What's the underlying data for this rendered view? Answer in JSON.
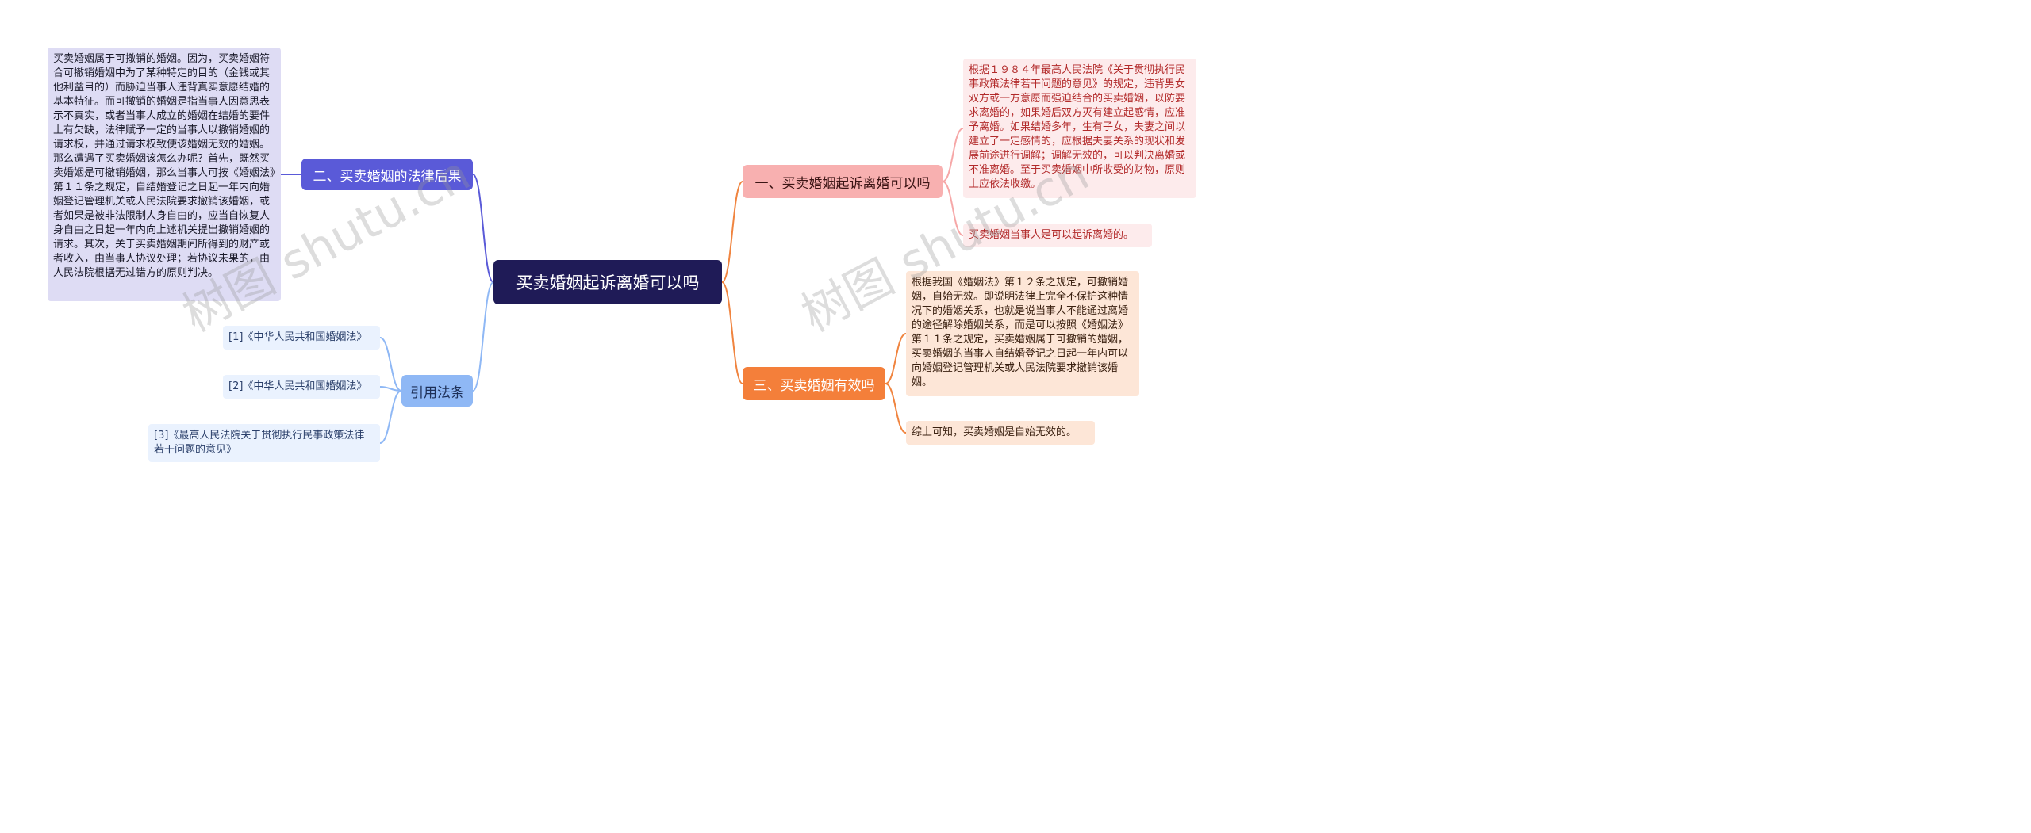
{
  "root": {
    "title": "买卖婚姻起诉离婚可以吗"
  },
  "left": [
    {
      "label": "二、买卖婚姻的法律后果",
      "leaves": [
        "买卖婚姻属于可撤销的婚姻。因为，买卖婚姻符合可撤销婚姻中为了某种特定的目的（金钱或其他利益目的）而胁迫当事人违背真实意愿结婚的基本特征。而可撤销的婚姻是指当事人因意思表示不真实，或者当事人成立的婚姻在结婚的要件上有欠缺，法律赋予一定的当事人以撤销婚姻的请求权，并通过请求权致使该婚姻无效的婚姻。那么遭遇了买卖婚姻该怎么办呢？首先，既然买卖婚姻是可撤销婚姻，那么当事人可按《婚姻法》第１１条之规定，自结婚登记之日起一年内向婚姻登记管理机关或人民法院要求撤销该婚姻，或者如果是被非法限制人身自由的，应当自恢复人身自由之日起一年内向上述机关提出撤销婚姻的请求。其次，关于买卖婚姻期间所得到的财产或者收入，由当事人协议处理；若协议未果的，由人民法院根据无过错方的原则判决。"
      ]
    },
    {
      "label": "引用法条",
      "leaves": [
        "[1]《中华人民共和国婚姻法》",
        "[2]《中华人民共和国婚姻法》",
        "[3]《最高人民法院关于贯彻执行民事政策法律若干问题的意见》"
      ]
    }
  ],
  "right": [
    {
      "label": "一、买卖婚姻起诉离婚可以吗",
      "leaves": [
        "根据１９８４年最高人民法院《关于贯彻执行民事政策法律若干问题的意见》的规定，违背男女双方或一方意愿而强迫结合的买卖婚姻，以防要求离婚的，如果婚后双方灭有建立起感情，应准予离婚。如果结婚多年，生有子女，夫妻之间以建立了一定感情的，应根据夫妻关系的现状和发展前途进行调解；调解无效的，可以判决离婚或不准离婚。至于买卖婚姻中所收受的财物，原则上应依法收缴。",
        "买卖婚姻当事人是可以起诉离婚的。"
      ]
    },
    {
      "label": "三、买卖婚姻有效吗",
      "leaves": [
        "根据我国《婚姻法》第１２条之规定，可撤销婚姻，自始无效。即说明法律上完全不保护这种情况下的婚姻关系，也就是说当事人不能通过离婚的途径解除婚姻关系，而是可以按照《婚姻法》第１１条之规定，买卖婚姻属于可撤销的婚姻，买卖婚姻的当事人自结婚登记之日起一年内可以向婚姻登记管理机关或人民法院要求撤销该婚姻。",
        "综上可知，买卖婚姻是自始无效的。"
      ]
    }
  ],
  "watermark": "树图 shutu.cn",
  "colors": {
    "root": "#1f1b57",
    "left_branch_1": "#5a5ad8",
    "left_branch_2": "#8fb8f5",
    "right_branch_1": "#f8b0b0",
    "right_branch_2": "#f47f3a",
    "link_left": "#6f8de0",
    "link_right": "#f0843f",
    "link_right_1": "#f6a7a7"
  }
}
